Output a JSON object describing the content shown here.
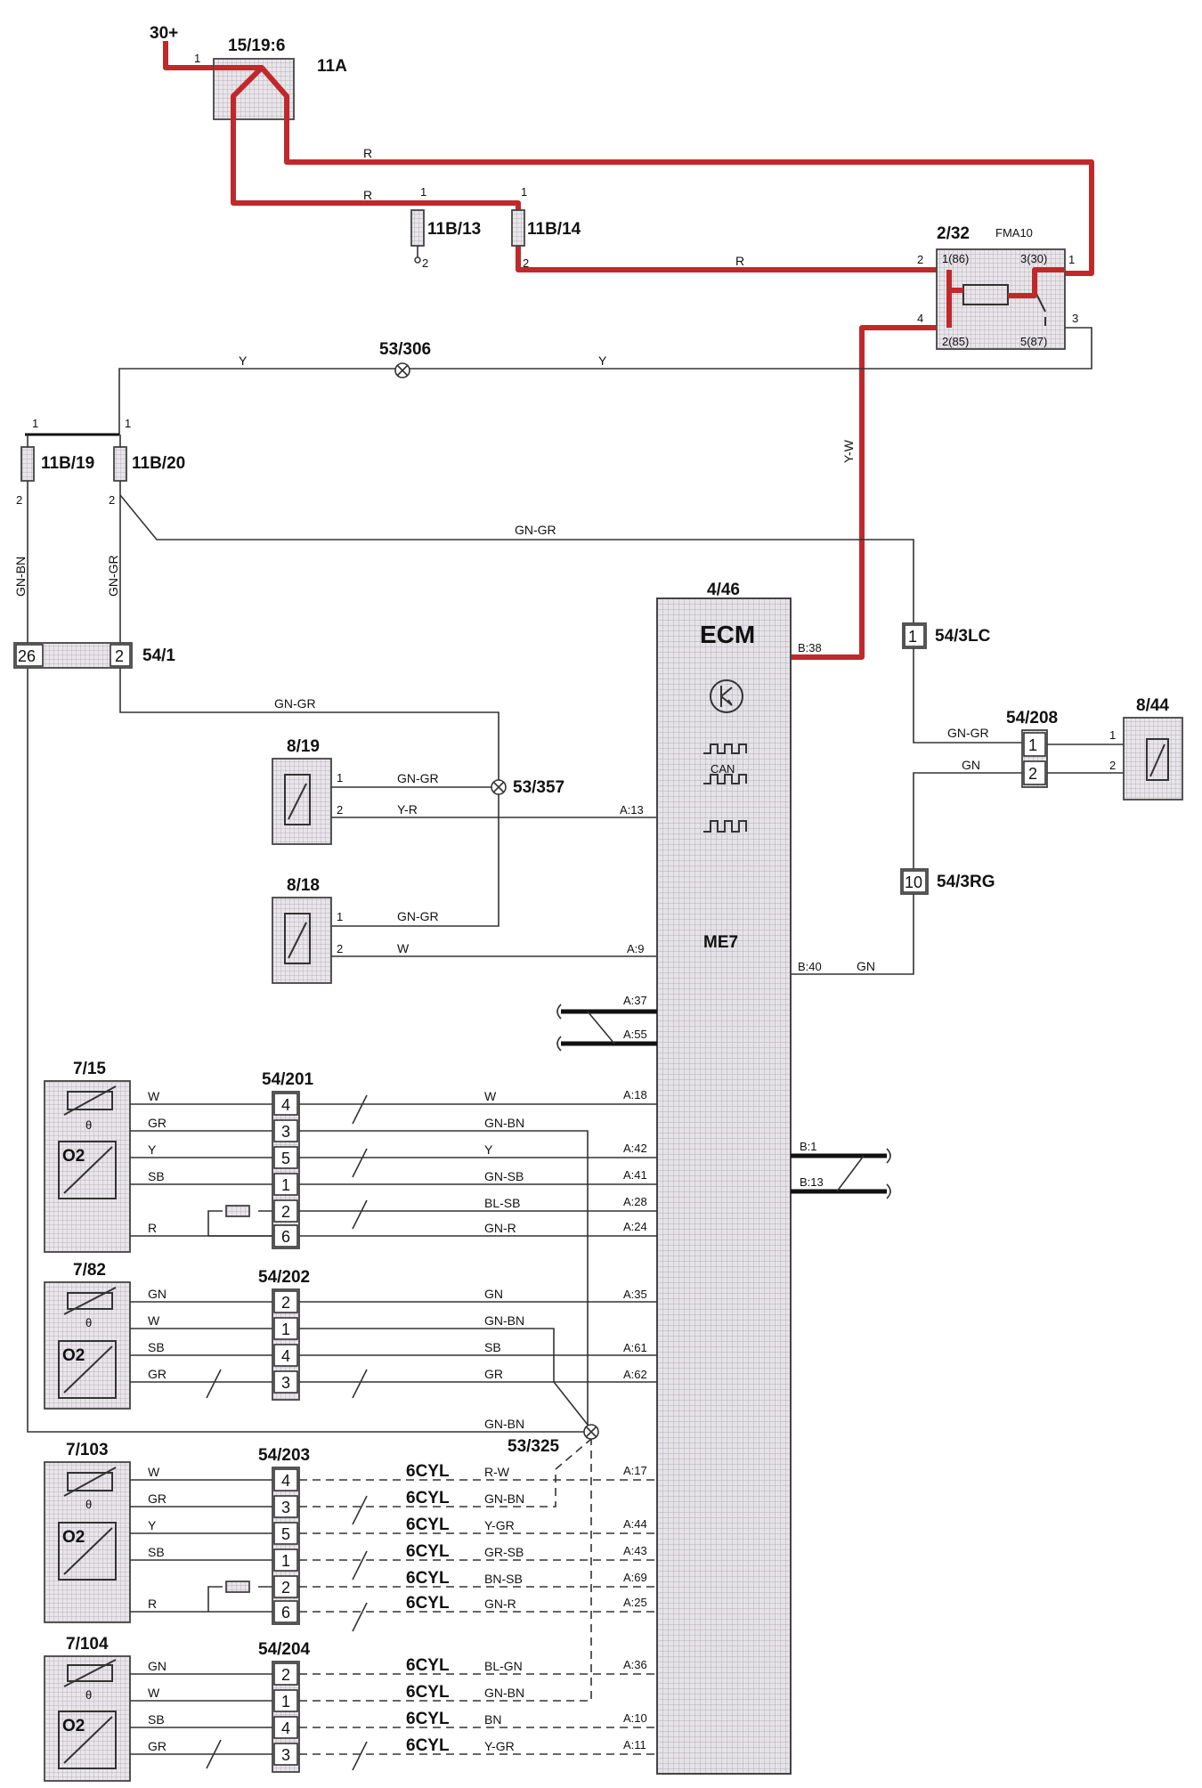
{
  "supply": {
    "terminal": "30+"
  },
  "fusebox": {
    "id": "11A",
    "ref": "15/19:6",
    "pin": "1"
  },
  "fuses": [
    {
      "id": "11B/13",
      "pin_top": "1",
      "pin_bottom": "2"
    },
    {
      "id": "11B/14",
      "pin_top": "1",
      "pin_bottom": "2"
    },
    {
      "id": "11B/19",
      "pin_top": "1",
      "pin_bottom": "2"
    },
    {
      "id": "11B/20",
      "pin_top": "1",
      "pin_bottom": "2"
    }
  ],
  "relay": {
    "id": "2/32",
    "type": "FMA10",
    "pins": [
      "1(86)",
      "3(30)",
      "2(85)",
      "5(87)"
    ],
    "ext_pins": [
      "2",
      "1",
      "4",
      "3"
    ]
  },
  "splices": [
    "53/306",
    "53/357",
    "53/325"
  ],
  "ecm": {
    "id": "4/46",
    "title": "ECM",
    "model": "ME7",
    "bus": "CAN"
  },
  "connectors": [
    {
      "id": "54/1",
      "pins": [
        "26",
        "2"
      ]
    },
    {
      "id": "54/3LC",
      "pins": [
        "1"
      ]
    },
    {
      "id": "54/3RG",
      "pins": [
        "10"
      ]
    },
    {
      "id": "54/208",
      "pins": [
        "1",
        "2"
      ]
    },
    {
      "id": "54/201",
      "pins": [
        "4",
        "3",
        "5",
        "1",
        "2",
        "6"
      ]
    },
    {
      "id": "54/202",
      "pins": [
        "2",
        "1",
        "4",
        "3"
      ]
    },
    {
      "id": "54/203",
      "pins": [
        "4",
        "3",
        "5",
        "1",
        "2",
        "6"
      ]
    },
    {
      "id": "54/204",
      "pins": [
        "2",
        "1",
        "4",
        "3"
      ]
    }
  ],
  "components": [
    {
      "id": "8/19",
      "pins": [
        "1",
        "2"
      ]
    },
    {
      "id": "8/18",
      "pins": [
        "1",
        "2"
      ]
    },
    {
      "id": "8/44",
      "pins": [
        "1",
        "2"
      ]
    },
    {
      "id": "7/15",
      "symbols": [
        "θ",
        "O2"
      ]
    },
    {
      "id": "7/82",
      "symbols": [
        "θ",
        "O2"
      ]
    },
    {
      "id": "7/103",
      "symbols": [
        "θ",
        "O2"
      ]
    },
    {
      "id": "7/104",
      "symbols": [
        "θ",
        "O2"
      ]
    }
  ],
  "wire_colors": {
    "r": "R",
    "y": "Y",
    "yw": "Y-W",
    "gngr": "GN-GR",
    "gnbn": "GN-BN",
    "yr": "Y-R",
    "w": "W",
    "gn": "GN",
    "gr": "GR",
    "sb": "SB",
    "gnsb": "GN-SB",
    "blsb": "BL-SB",
    "gnr": "GN-R",
    "rw": "R-W",
    "ygr": "Y-GR",
    "grsb": "GR-SB",
    "bnsb": "BN-SB",
    "blgn": "BL-GN",
    "bn": "BN"
  },
  "ecm_pins": {
    "b38": "B:38",
    "b40": "B:40",
    "b1": "B:1",
    "b13": "B:13",
    "a13": "A:13",
    "a9": "A:9",
    "a37": "A:37",
    "a55": "A:55",
    "a18": "A:18",
    "a42": "A:42",
    "a41": "A:41",
    "a28": "A:28",
    "a24": "A:24",
    "a35": "A:35",
    "a61": "A:61",
    "a62": "A:62",
    "a17": "A:17",
    "a44": "A:44",
    "a43": "A:43",
    "a69": "A:69",
    "a25": "A:25",
    "a36": "A:36",
    "a10": "A:10",
    "a11": "A:11"
  },
  "variant_tag": "6CYL"
}
